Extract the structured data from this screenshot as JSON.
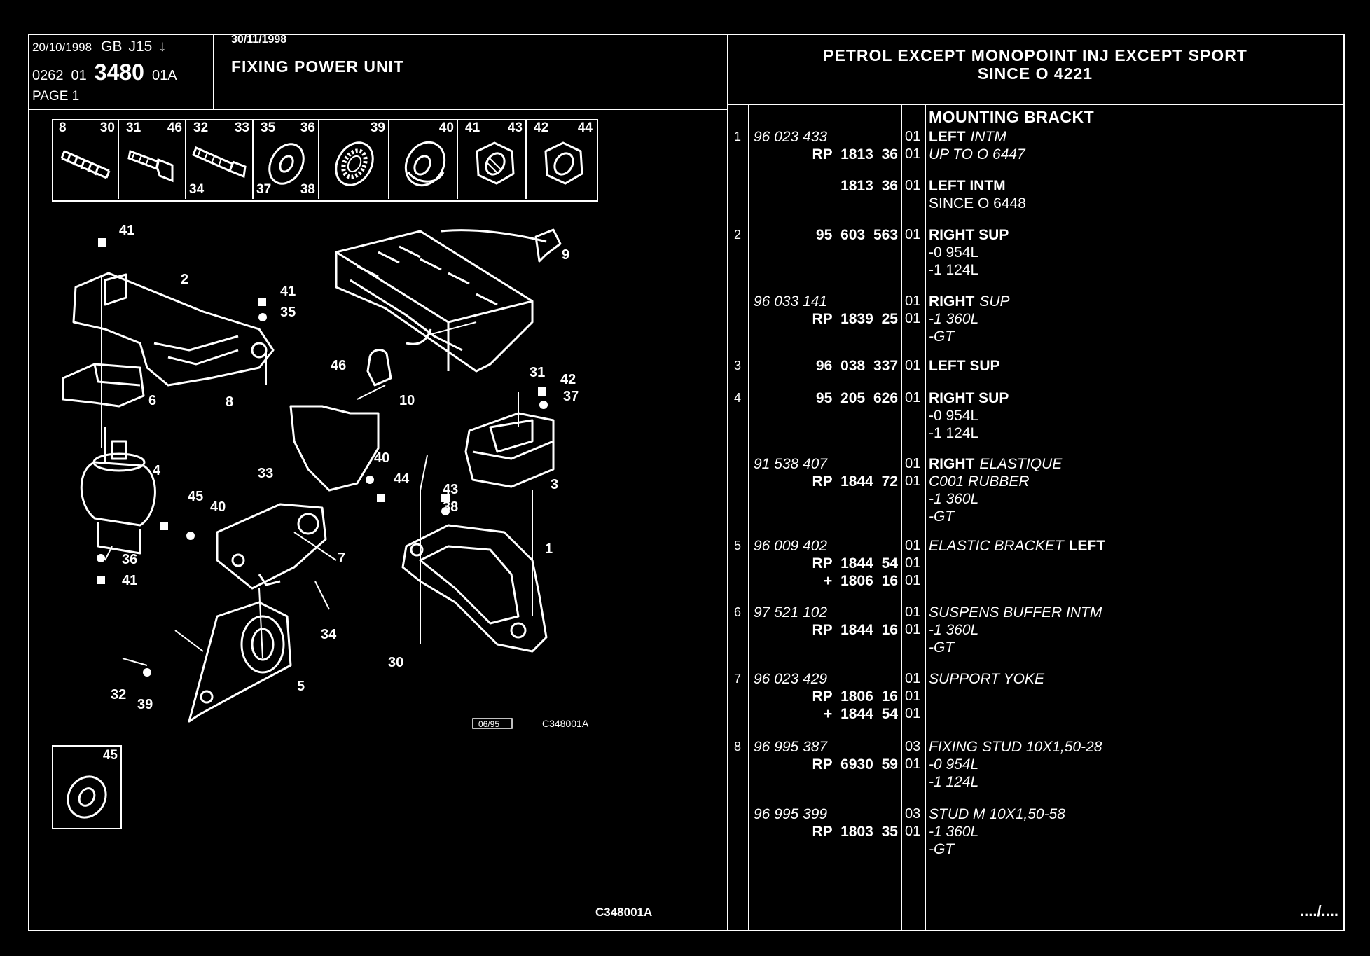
{
  "header": {
    "date1": "20/10/1998",
    "lang": "GB",
    "code_j": "J15",
    "arrow": "↓",
    "ref1": "0262",
    "ref2": "01",
    "ref_main": "3480",
    "ref_suffix": "01A",
    "page": "PAGE 1",
    "date2": "30/11/1998",
    "title": "FIXING POWER UNIT",
    "condition_line1": "PETROL EXCEPT MONOPOINT INJ EXCEPT SPORT",
    "condition_line2": "SINCE O 4221"
  },
  "hardware": [
    {
      "a": "8",
      "b": "30",
      "c": "",
      "d": ""
    },
    {
      "a": "31",
      "b": "46",
      "c": "",
      "d": ""
    },
    {
      "a": "32",
      "b": "33",
      "c": "34",
      "d": ""
    },
    {
      "a": "35",
      "b": "36",
      "c": "37",
      "d": "38"
    },
    {
      "a": "",
      "b": "39",
      "c": "",
      "d": ""
    },
    {
      "a": "",
      "b": "40",
      "c": "",
      "d": ""
    },
    {
      "a": "41",
      "b": "43",
      "c": "",
      "d": ""
    },
    {
      "a": "42",
      "b": "44",
      "c": "",
      "d": ""
    }
  ],
  "inset_label": "45",
  "diagram_labels": [
    "41",
    "2",
    "41",
    "35",
    "6",
    "8",
    "4",
    "9",
    "46",
    "10",
    "31",
    "42",
    "37",
    "3",
    "33",
    "40",
    "44",
    "45",
    "40",
    "36",
    "41",
    "43",
    "38",
    "7",
    "1",
    "34",
    "32",
    "39",
    "5",
    "30"
  ],
  "diagram_codes": {
    "date_box": "06/95",
    "code": "C348001A",
    "bottom_code": "C348001A"
  },
  "parts_heading": "MOUNTING BRACKT",
  "continuation": "..../....",
  "entries": [
    {
      "idx": "1",
      "lines": [
        {
          "ref": "96 023 433",
          "ref_style": "it",
          "q": "01",
          "d1": "LEFT",
          "d1s": "b",
          "d2": "INTM",
          "d2s": "it"
        },
        {
          "ref": "RP 1813 36",
          "ref_style": "b",
          "q": "01",
          "d1": "UP TO O 6447",
          "d1s": "it",
          "d2": "",
          "d2s": ""
        }
      ]
    },
    {
      "idx": "",
      "lines": [
        {
          "ref": "1813 36",
          "ref_style": "b",
          "q": "01",
          "d1": "LEFT INTM",
          "d1s": "b",
          "d2": "",
          "d2s": ""
        },
        {
          "ref": "",
          "ref_style": "",
          "q": "",
          "d1": "SINCE O 6448",
          "d1s": "",
          "d2": "",
          "d2s": ""
        }
      ]
    },
    {
      "idx": "2",
      "lines": [
        {
          "ref": "95 603 563",
          "ref_style": "b",
          "q": "01",
          "d1": "RIGHT SUP",
          "d1s": "b",
          "d2": "",
          "d2s": ""
        },
        {
          "ref": "",
          "ref_style": "",
          "q": "",
          "d1": "-0 954L",
          "d1s": "",
          "d2": "",
          "d2s": ""
        },
        {
          "ref": "",
          "ref_style": "",
          "q": "",
          "d1": "-1 124L",
          "d1s": "",
          "d2": "",
          "d2s": ""
        }
      ]
    },
    {
      "idx": "",
      "lines": [
        {
          "ref": "96 033 141",
          "ref_style": "it",
          "q": "01",
          "d1": "RIGHT",
          "d1s": "b",
          "d2": "SUP",
          "d2s": "it"
        },
        {
          "ref": "RP 1839 25",
          "ref_style": "b",
          "q": "01",
          "d1": "-1 360L",
          "d1s": "it",
          "d2": "",
          "d2s": ""
        },
        {
          "ref": "",
          "ref_style": "",
          "q": "",
          "d1": "-GT",
          "d1s": "it",
          "d2": "",
          "d2s": ""
        }
      ]
    },
    {
      "idx": "3",
      "lines": [
        {
          "ref": "96 038 337",
          "ref_style": "b",
          "q": "01",
          "d1": "LEFT SUP",
          "d1s": "b",
          "d2": "",
          "d2s": ""
        }
      ]
    },
    {
      "idx": "4",
      "lines": [
        {
          "ref": "95 205 626",
          "ref_style": "b",
          "q": "01",
          "d1": "RIGHT SUP",
          "d1s": "b",
          "d2": "",
          "d2s": ""
        },
        {
          "ref": "",
          "ref_style": "",
          "q": "",
          "d1": "-0 954L",
          "d1s": "",
          "d2": "",
          "d2s": ""
        },
        {
          "ref": "",
          "ref_style": "",
          "q": "",
          "d1": "-1 124L",
          "d1s": "",
          "d2": "",
          "d2s": ""
        }
      ]
    },
    {
      "idx": "",
      "lines": [
        {
          "ref": "91 538 407",
          "ref_style": "it",
          "q": "01",
          "d1": "RIGHT",
          "d1s": "b",
          "d2": "ELASTIQUE",
          "d2s": "it"
        },
        {
          "ref": "RP 1844 72",
          "ref_style": "b",
          "q": "01",
          "d1": "C001 RUBBER",
          "d1s": "it",
          "d2": "",
          "d2s": ""
        },
        {
          "ref": "",
          "ref_style": "",
          "q": "",
          "d1": "-1 360L",
          "d1s": "it",
          "d2": "",
          "d2s": ""
        },
        {
          "ref": "",
          "ref_style": "",
          "q": "",
          "d1": "-GT",
          "d1s": "it",
          "d2": "",
          "d2s": ""
        }
      ]
    },
    {
      "idx": "5",
      "lines": [
        {
          "ref": "96 009 402",
          "ref_style": "it",
          "q": "01",
          "d1": "ELASTIC BRACKET",
          "d1s": "it",
          "d2": "LEFT",
          "d2s": "b"
        },
        {
          "ref": "RP 1844 54",
          "ref_style": "b",
          "q": "01",
          "d1": "",
          "d1s": "",
          "d2": "",
          "d2s": ""
        },
        {
          "ref": "+ 1806 16",
          "ref_style": "b",
          "q": "01",
          "d1": "",
          "d1s": "",
          "d2": "",
          "d2s": ""
        }
      ]
    },
    {
      "idx": "6",
      "lines": [
        {
          "ref": "97 521 102",
          "ref_style": "it",
          "q": "01",
          "d1": "SUSPENS BUFFER INTM",
          "d1s": "it",
          "d2": "",
          "d2s": ""
        },
        {
          "ref": "RP 1844 16",
          "ref_style": "b",
          "q": "01",
          "d1": "-1 360L",
          "d1s": "it",
          "d2": "",
          "d2s": ""
        },
        {
          "ref": "",
          "ref_style": "",
          "q": "",
          "d1": "-GT",
          "d1s": "it",
          "d2": "",
          "d2s": ""
        }
      ]
    },
    {
      "idx": "7",
      "lines": [
        {
          "ref": "96 023 429",
          "ref_style": "it",
          "q": "01",
          "d1": "SUPPORT YOKE",
          "d1s": "it",
          "d2": "",
          "d2s": ""
        },
        {
          "ref": "RP 1806 16",
          "ref_style": "b",
          "q": "01",
          "d1": "",
          "d1s": "",
          "d2": "",
          "d2s": ""
        },
        {
          "ref": "+ 1844 54",
          "ref_style": "b",
          "q": "01",
          "d1": "",
          "d1s": "",
          "d2": "",
          "d2s": ""
        }
      ]
    },
    {
      "idx": "8",
      "lines": [
        {
          "ref": "96 995 387",
          "ref_style": "it",
          "q": "03",
          "d1": "FIXING STUD 10X1,50-28",
          "d1s": "it",
          "d2": "",
          "d2s": ""
        },
        {
          "ref": "RP 6930 59",
          "ref_style": "b",
          "q": "01",
          "d1": "-0 954L",
          "d1s": "it",
          "d2": "",
          "d2s": ""
        },
        {
          "ref": "",
          "ref_style": "",
          "q": "",
          "d1": "-1 124L",
          "d1s": "it",
          "d2": "",
          "d2s": ""
        }
      ]
    },
    {
      "idx": "",
      "lines": [
        {
          "ref": "96 995 399",
          "ref_style": "it",
          "q": "03",
          "d1": "STUD M 10X1,50-58",
          "d1s": "it",
          "d2": "",
          "d2s": ""
        },
        {
          "ref": "RP 1803 35",
          "ref_style": "b",
          "q": "01",
          "d1": "-1 360L",
          "d1s": "it",
          "d2": "",
          "d2s": ""
        },
        {
          "ref": "",
          "ref_style": "",
          "q": "",
          "d1": "-GT",
          "d1s": "it",
          "d2": "",
          "d2s": ""
        }
      ]
    }
  ]
}
